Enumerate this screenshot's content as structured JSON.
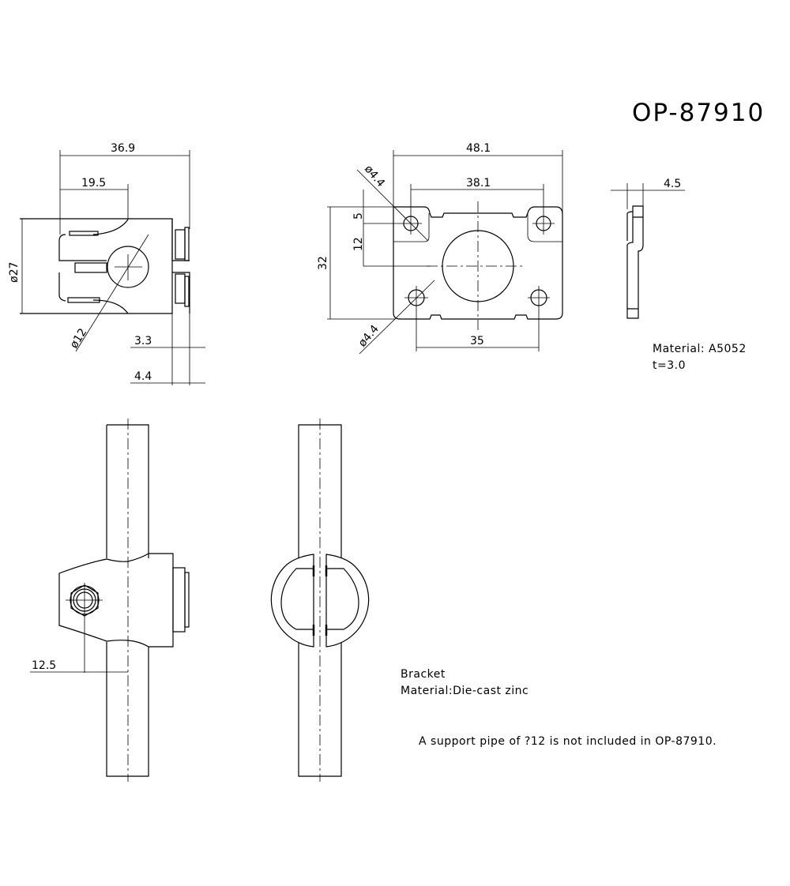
{
  "title": "OP-87910",
  "front_view": {
    "width": "36.9",
    "to_center": "19.5",
    "diameter": "ø27",
    "pipe_diameter": "ø12",
    "nut_a": "3.3",
    "nut_b": "4.4"
  },
  "plate_view": {
    "width": "48.1",
    "hole_pitch_top": "38.1",
    "hole_pitch_bottom": "35",
    "height": "32",
    "top_offset": "5",
    "center_offset": "12",
    "hole_top": "ø4.4",
    "hole_bottom": "ø4.4"
  },
  "side_view": {
    "thickness_dim": "4.5",
    "material": "Material: A5052",
    "thickness": "t=3.0"
  },
  "assembly_view": {
    "offset": "12.5"
  },
  "bracket_note": {
    "name": "Bracket",
    "material": "Material:Die-cast zinc"
  },
  "footnote": "A support pipe of ?12 is not included in OP-87910."
}
